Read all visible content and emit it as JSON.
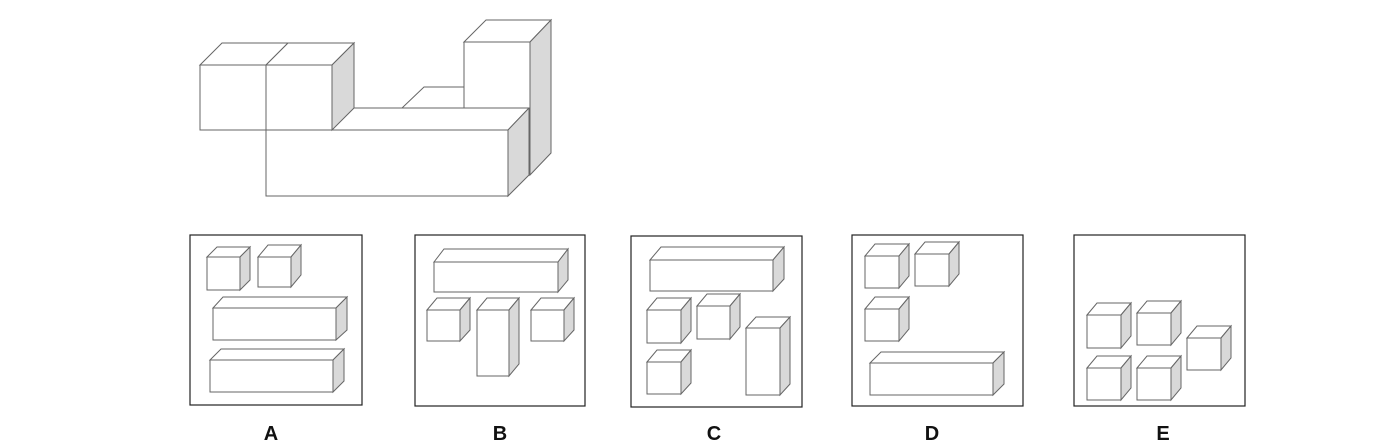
{
  "question_figure": {
    "description": "",
    "face_colors": {
      "front": "#ffffff",
      "top": "#ffffff",
      "side": "#d9d9d9",
      "edge": "#666666"
    }
  },
  "options": [
    {
      "letter": "A",
      "pieces": [
        "cube",
        "cube",
        "long-bar",
        "long-bar"
      ]
    },
    {
      "letter": "B",
      "pieces": [
        "long-bar",
        "cube",
        "tall-bar",
        "cube"
      ]
    },
    {
      "letter": "C",
      "pieces": [
        "long-bar",
        "cube",
        "cube",
        "cube",
        "tall-bar"
      ]
    },
    {
      "letter": "D",
      "pieces": [
        "cube",
        "cube",
        "cube",
        "long-bar"
      ]
    },
    {
      "letter": "E",
      "pieces": [
        "cube",
        "cube",
        "cube",
        "cube",
        "cube"
      ]
    }
  ]
}
